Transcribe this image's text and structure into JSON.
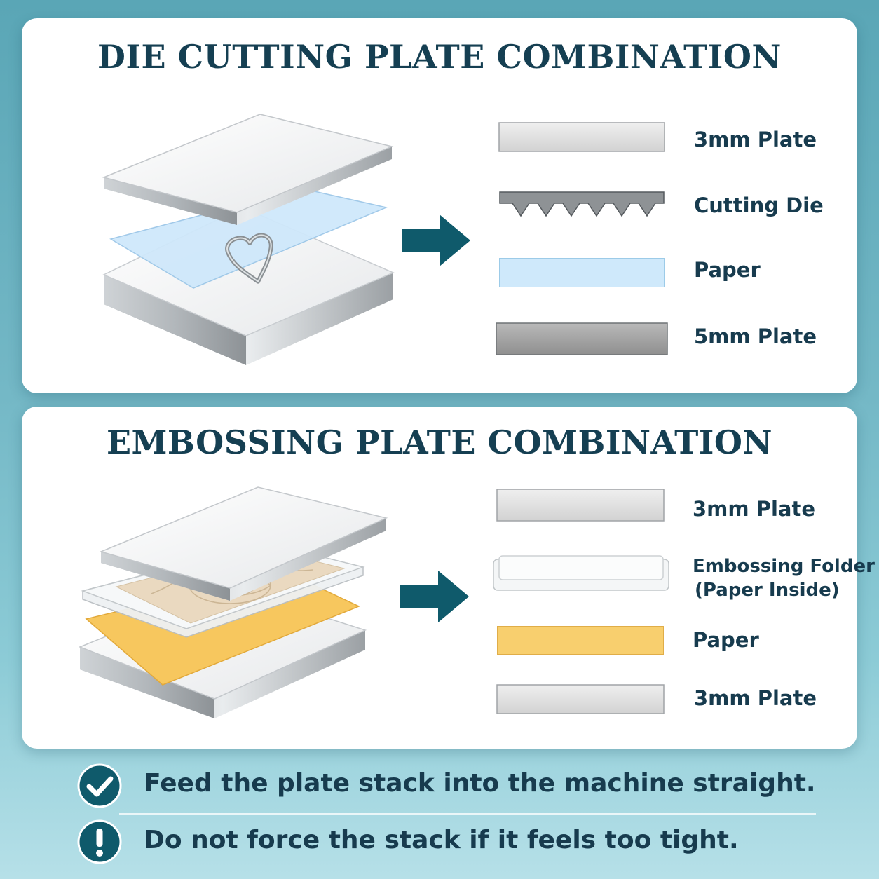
{
  "die_section": {
    "title": "DIE CUTTING PLATE COMBINATION",
    "legend": [
      {
        "label": "3mm Plate",
        "icon": "plate-swatch"
      },
      {
        "label": "Cutting Die",
        "icon": "cutting-die-swatch"
      },
      {
        "label": "Paper",
        "icon": "paper-swatch",
        "color": "#cfe9fb"
      },
      {
        "label": "5mm Plate",
        "icon": "plate-swatch"
      }
    ]
  },
  "emboss_section": {
    "title": "EMBOSSING PLATE COMBINATION",
    "legend": [
      {
        "label": "3mm Plate",
        "icon": "plate-swatch"
      },
      {
        "label": "Embossing Folder",
        "label2": "(Paper Inside)",
        "icon": "embossing-folder-swatch"
      },
      {
        "label": "Paper",
        "icon": "paper-swatch",
        "color": "#f8cf6e"
      },
      {
        "label": "3mm Plate",
        "icon": "plate-swatch"
      }
    ]
  },
  "tips": [
    {
      "text": "Feed the plate stack into the machine straight.",
      "icon": "check-icon"
    },
    {
      "text": "Do not force the stack if it feels too tight.",
      "icon": "exclamation-icon"
    }
  ],
  "colors": {
    "title": "#153f52",
    "accent": "#0f5a6b",
    "paper_blue": "#cfe9fb",
    "paper_yellow": "#f8cf6e"
  }
}
